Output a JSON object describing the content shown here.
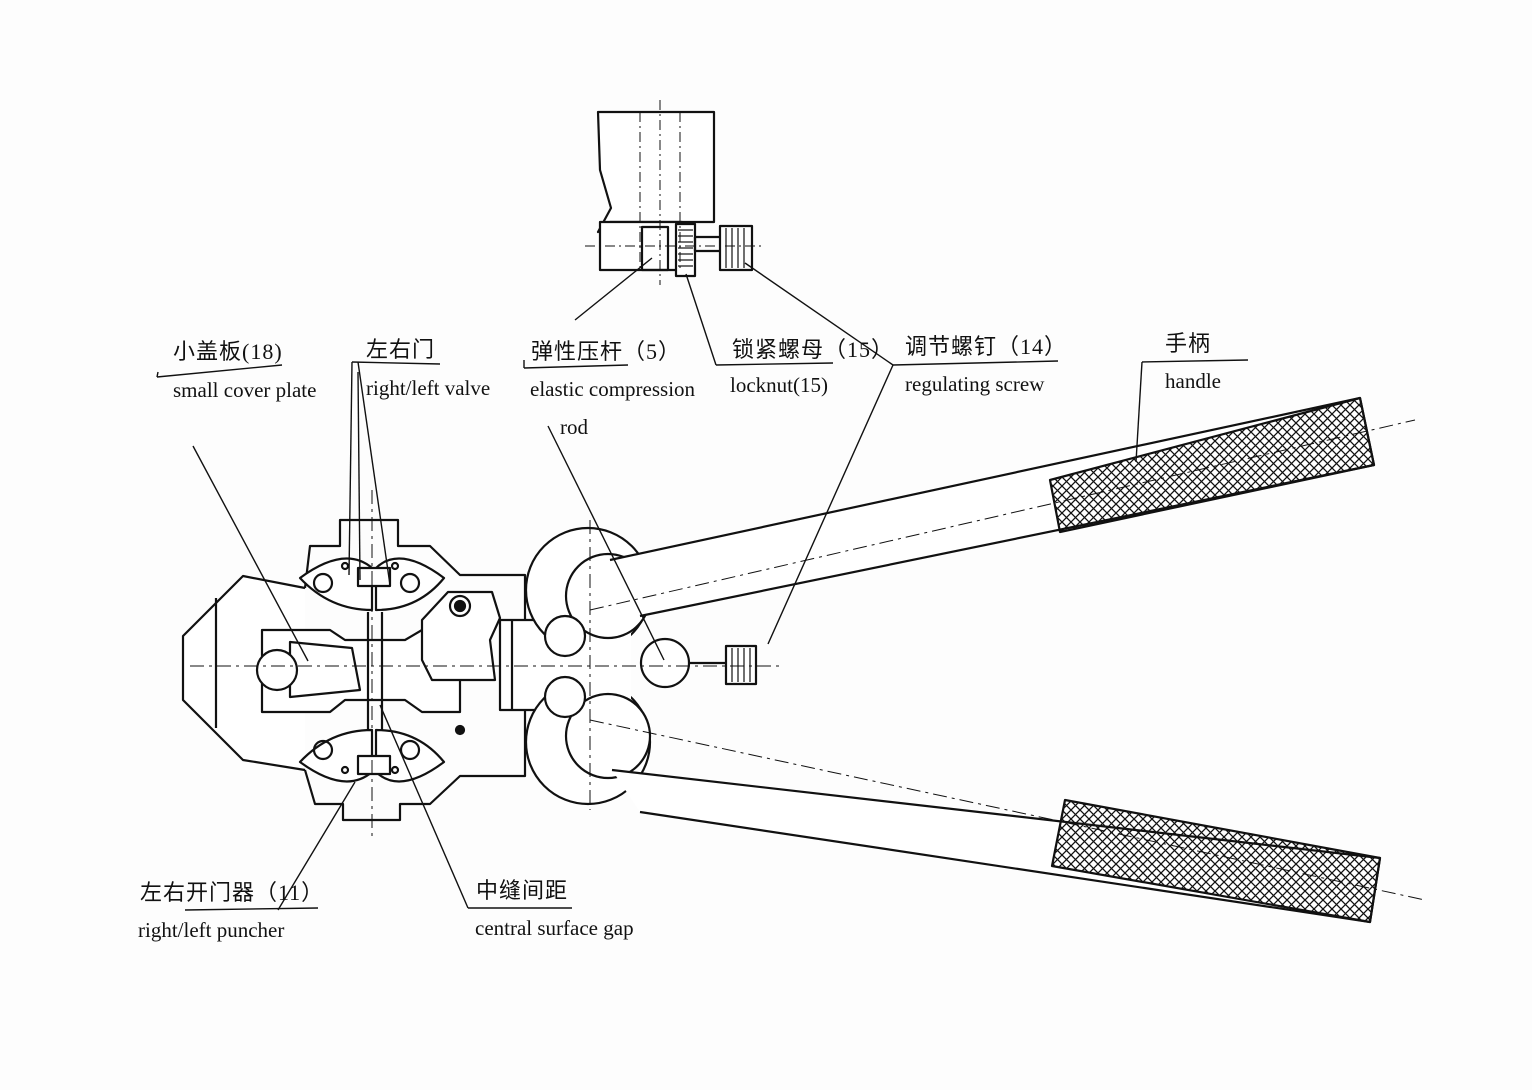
{
  "labels": {
    "small_cover_plate": {
      "cn": "小盖板(18)",
      "en": "small cover plate"
    },
    "left_right_valve": {
      "cn": "左右门",
      "en": "right/left valve"
    },
    "elastic_rod": {
      "cn": "弹性压杆（5）",
      "en_line1": "elastic compression",
      "en_line2": "rod"
    },
    "locknut": {
      "cn": "锁紧螺母（15）",
      "en": "locknut(15)"
    },
    "regulating_screw": {
      "cn": "调节螺钉（14）",
      "en": "regulating screw"
    },
    "handle": {
      "cn": "手柄",
      "en": "handle"
    },
    "puncher": {
      "cn": "左右开门器（11）",
      "en": "right/left puncher"
    },
    "central_gap": {
      "cn": "中缝间距",
      "en": "central surface gap"
    }
  },
  "colors": {
    "ink": "#111111",
    "paper": "#fdfdfd"
  }
}
